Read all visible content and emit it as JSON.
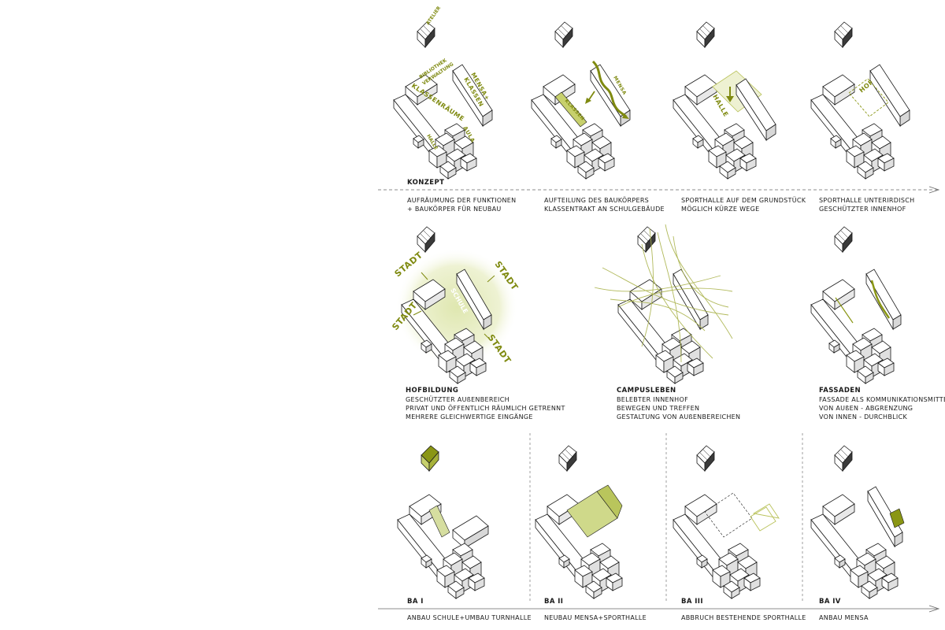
{
  "konzept": {
    "heading": "KONZEPT",
    "captions": [
      [
        "AUFRÄUMUNG DER FUNKTIONEN",
        "+ BAUKÖRPER FÜR NEUBAU"
      ],
      [
        "AUFTEILUNG DES BAUKÖRPERS",
        "KLASSENTRAKT AN SCHULGEBÄUDE"
      ],
      [
        "SPORTHALLE AUF DEM GRUNDSTÜCK",
        "MÖGLICH KÜRZE WEGE"
      ],
      [
        "SPORTHALLE UNTERIRDISCH",
        "GESCHÜTZTER INNENHOF"
      ]
    ],
    "labels": {
      "atelier": "ATELIER",
      "klassenraume": "KLASSENRÄUME",
      "verwaltung": "VERWALTUNG",
      "bibliothek": "BIBLIOTHEK",
      "mensa_klassen": [
        "MENSA+",
        "KLASSEN"
      ],
      "aula": "AULA",
      "halle_small": "HALLE",
      "klassen": "KLASSEN",
      "mensa": "MENSA",
      "halle": "HALLE",
      "hof": "HOF"
    }
  },
  "middle": {
    "hofbildung": {
      "title": "HOFBILDUNG",
      "lines": [
        "GESCHÜTZTER AUßENBEREICH",
        "PRIVAT UND ÖFFENTLICH RÄUMLICH GETRENNT",
        "MEHRERE GLEICHWERTIGE EINGÄNGE"
      ],
      "stadt": "STADT",
      "schule": "SCHULE"
    },
    "campusleben": {
      "title": "CAMPUSLEBEN",
      "lines": [
        "BELEBTER INNENHOF",
        "BEWEGEN UND TREFFEN",
        "GESTALTUNG VON AUßENBEREICHEN"
      ]
    },
    "fassaden": {
      "title": "FASSADEN",
      "lines": [
        "FASSADE ALS KOMMUNIKATIONSMITTEL",
        "VON AUßEN - ABGRENZUNG",
        "VON INNEN - DURCHBLICK"
      ]
    }
  },
  "phases": [
    {
      "title": "BA I",
      "caption": "ANBAU SCHULE+UMBAU TURNHALLE"
    },
    {
      "title": "BA II",
      "caption": "NEUBAU MENSA+SPORTHALLE"
    },
    {
      "title": "BA III",
      "caption": "ABBRUCH BESTEHENDE SPORTHALLE"
    },
    {
      "title": "BA IV",
      "caption": "ANBAU MENSA"
    }
  ],
  "colors": {
    "accent": "#8a9614",
    "accent_fill": "#d6dea0",
    "line": "#1a1a1a",
    "halo": "#e9efc9"
  }
}
